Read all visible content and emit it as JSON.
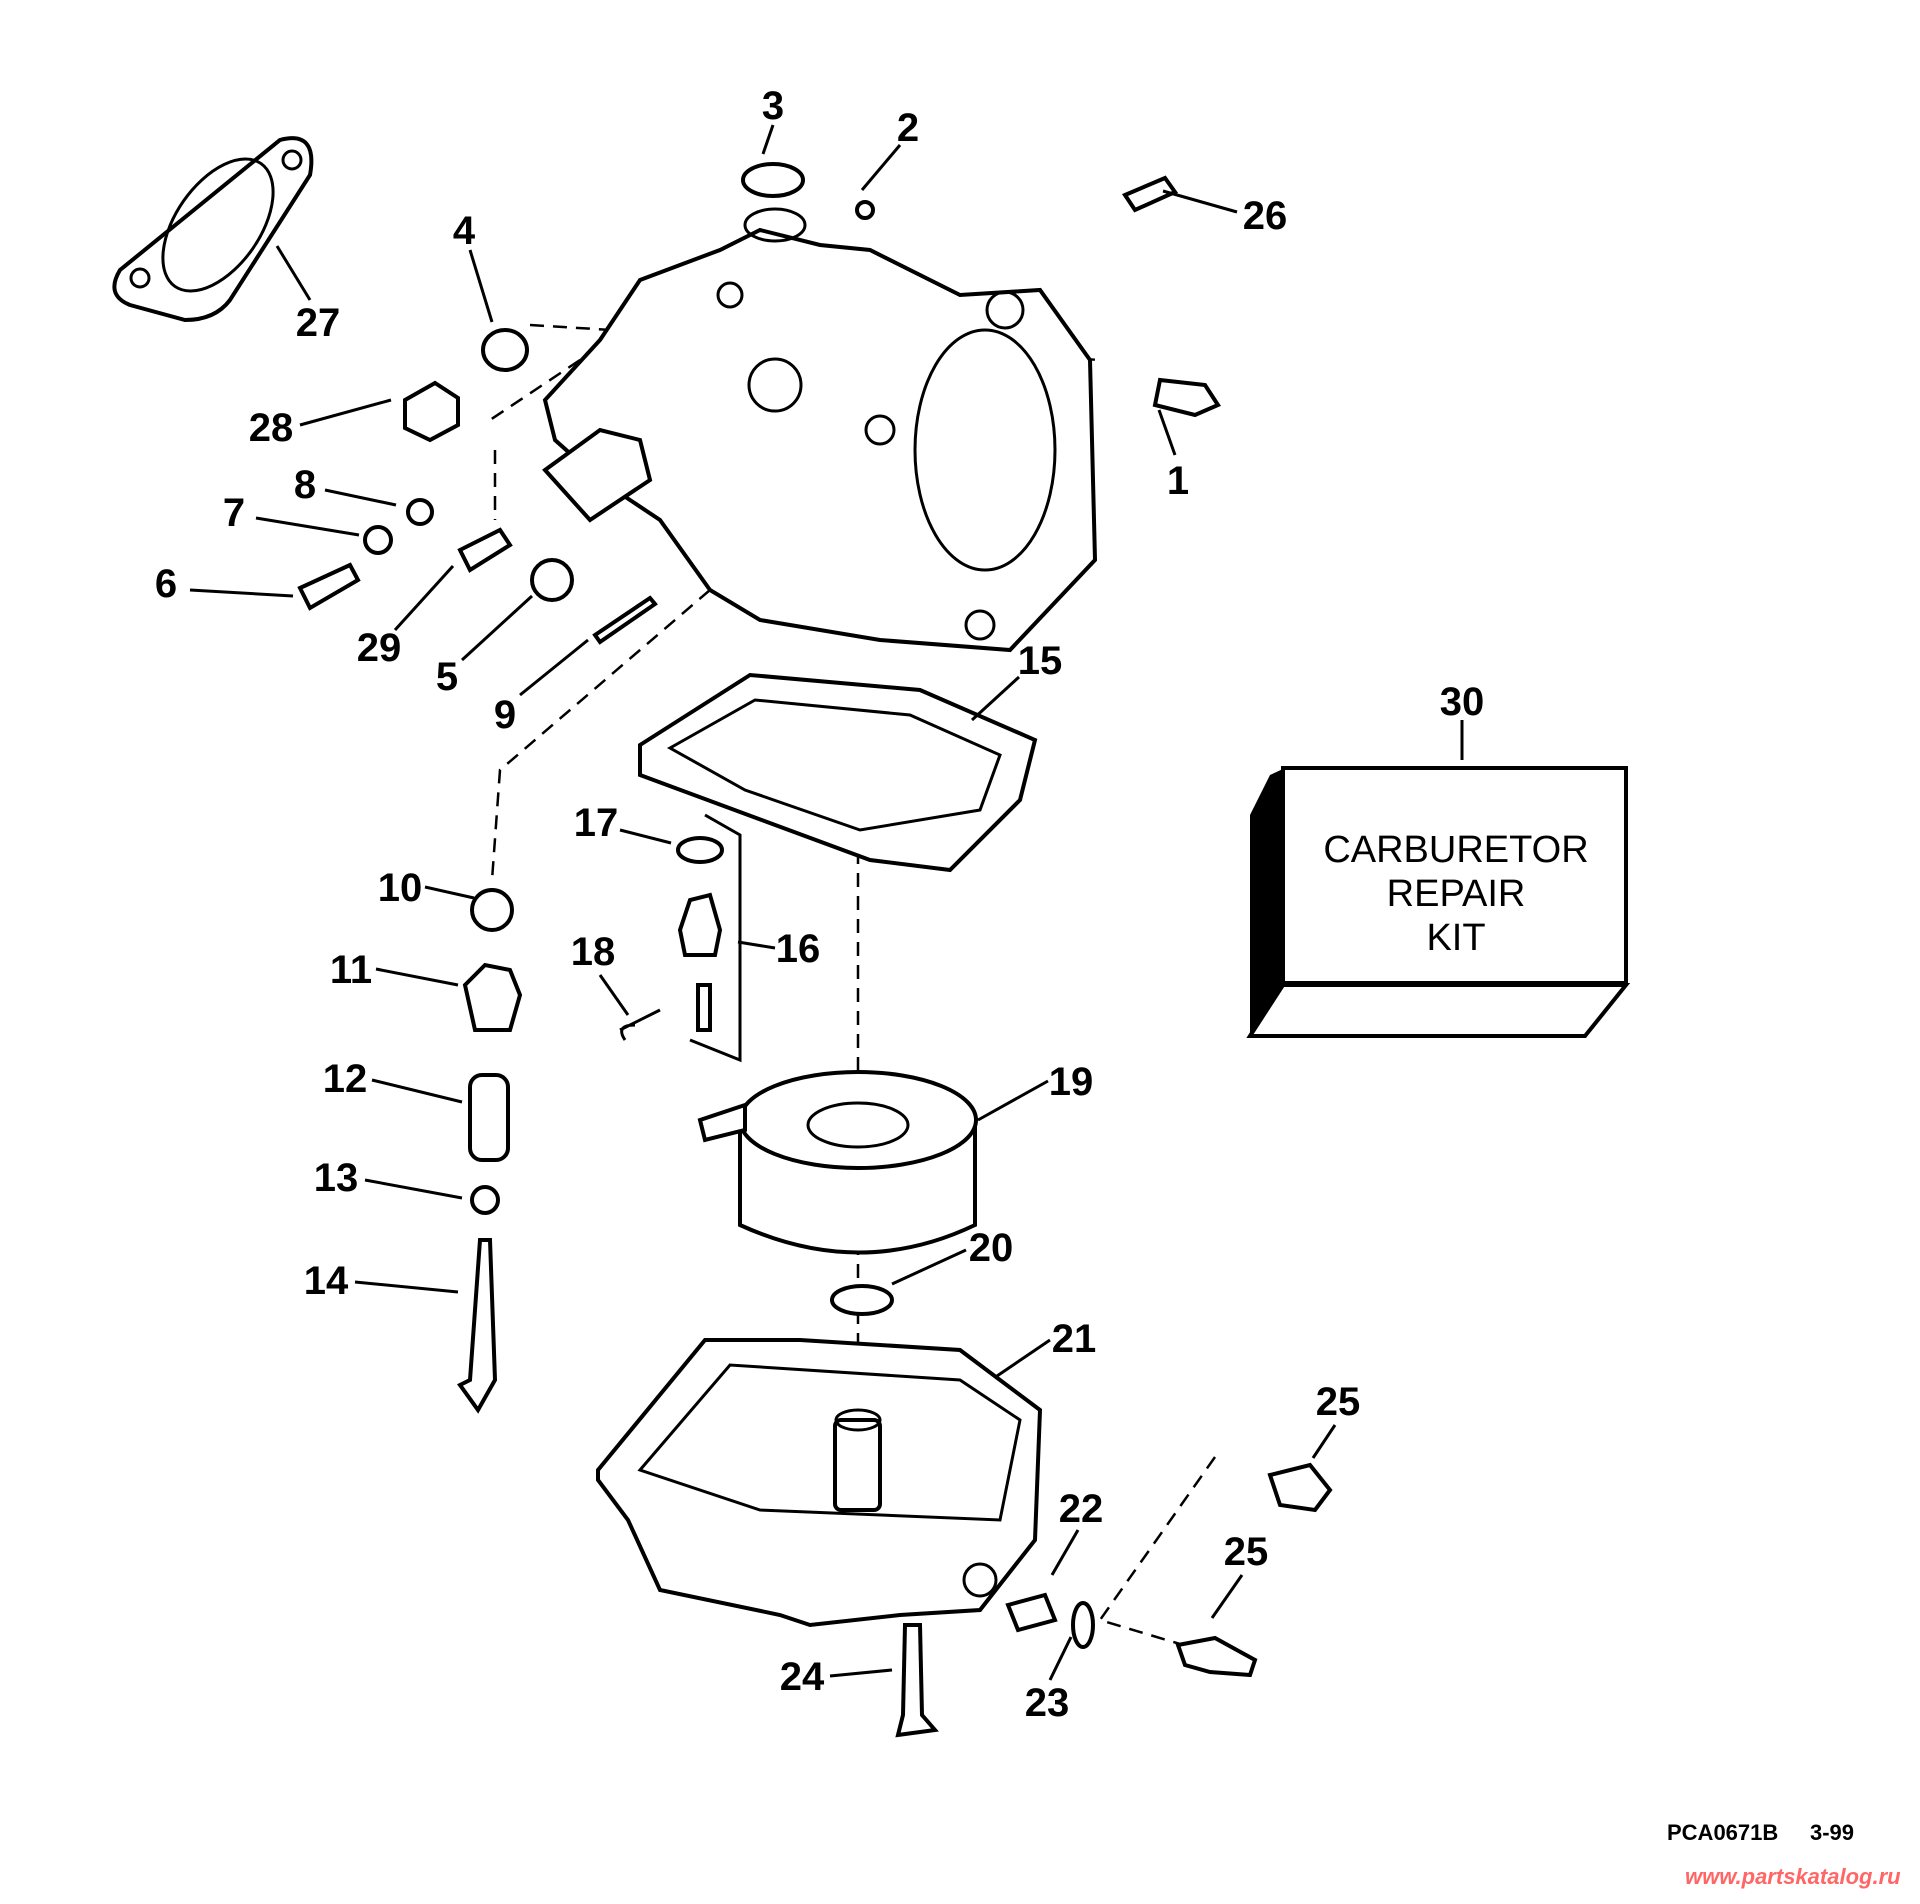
{
  "callouts": [
    "1",
    "2",
    "3",
    "4",
    "5",
    "6",
    "7",
    "8",
    "9",
    "10",
    "11",
    "12",
    "13",
    "14",
    "15",
    "16",
    "17",
    "18",
    "19",
    "20",
    "21",
    "22",
    "23",
    "24",
    "25",
    "25",
    "26",
    "27",
    "28",
    "29",
    "30"
  ],
  "kit": {
    "line1": "CARBURETOR",
    "line2": "REPAIR",
    "line3": "KIT"
  },
  "footer": {
    "code": "PCA0671B",
    "date": "3-99",
    "watermark": "www.partskatalog.ru",
    "watermark_color": "#ff6666"
  }
}
